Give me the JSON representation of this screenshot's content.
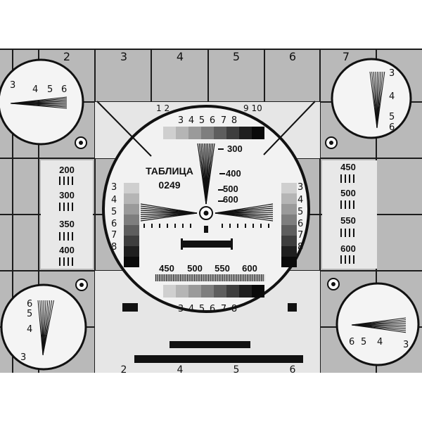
{
  "colors": {
    "background": "#ffffff",
    "field": "#b9b9b9",
    "line": "#1c1c1c",
    "light": "#ececec"
  },
  "top_ruler": [
    "2",
    "3",
    "4",
    "5",
    "6",
    "7"
  ],
  "bottom_ruler": [
    "2",
    "4",
    "5",
    "6"
  ],
  "center": {
    "label_line1": "ТАБЛИЦА",
    "label_line2": "0249",
    "top_left_numbers": "1 2",
    "top_right_numbers": "9 10",
    "top_gray_numbers": [
      "3",
      "4",
      "5",
      "6",
      "7",
      "8"
    ],
    "bottom_gray_numbers": [
      "3",
      "4",
      "5",
      "6",
      "7",
      "8"
    ],
    "left_scale": [
      "3",
      "4",
      "5",
      "6",
      "7",
      "8"
    ],
    "right_scale": [
      "3",
      "4",
      "5",
      "6",
      "7",
      "8"
    ],
    "vertical_wedge_labels": [
      "300",
      "400",
      "500",
      "600"
    ],
    "bottom_freq_labels": [
      "450",
      "500",
      "550",
      "600"
    ]
  },
  "left_column_labels": [
    "200",
    "300",
    "350",
    "400"
  ],
  "right_column_labels": [
    "450",
    "500",
    "550",
    "600"
  ],
  "corner_top_left": [
    "3",
    "4",
    "5",
    "6"
  ],
  "corner_top_right": [
    "3",
    "4",
    "5",
    "6"
  ],
  "corner_bottom_left": [
    "6",
    "5",
    "4",
    "3"
  ],
  "corner_bottom_right": [
    "6",
    "5",
    "4",
    "3"
  ]
}
